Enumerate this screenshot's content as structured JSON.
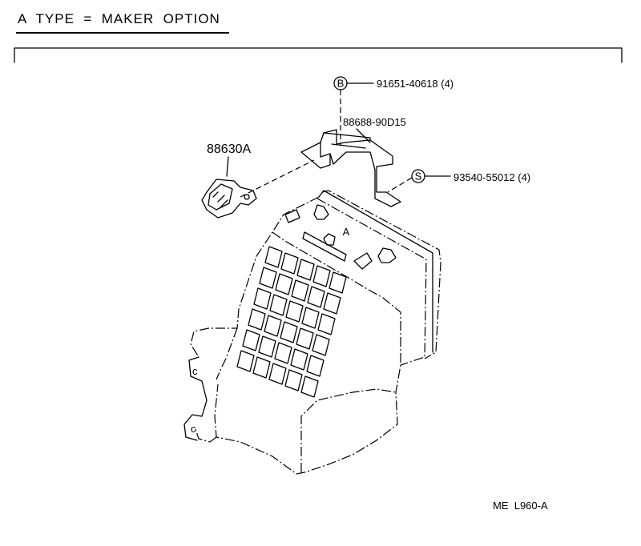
{
  "heading": "A  TYPE  =  MAKER  OPTION",
  "parts": [
    {
      "part_no": "91651-40618 (4)",
      "marker": "B"
    },
    {
      "part_no": "88688-90D15"
    },
    {
      "part_no": "88630A"
    },
    {
      "part_no": "93540-55012 (4)",
      "marker": "S"
    },
    {
      "part_no": "A"
    }
  ],
  "reference": "ME  L960-A"
}
